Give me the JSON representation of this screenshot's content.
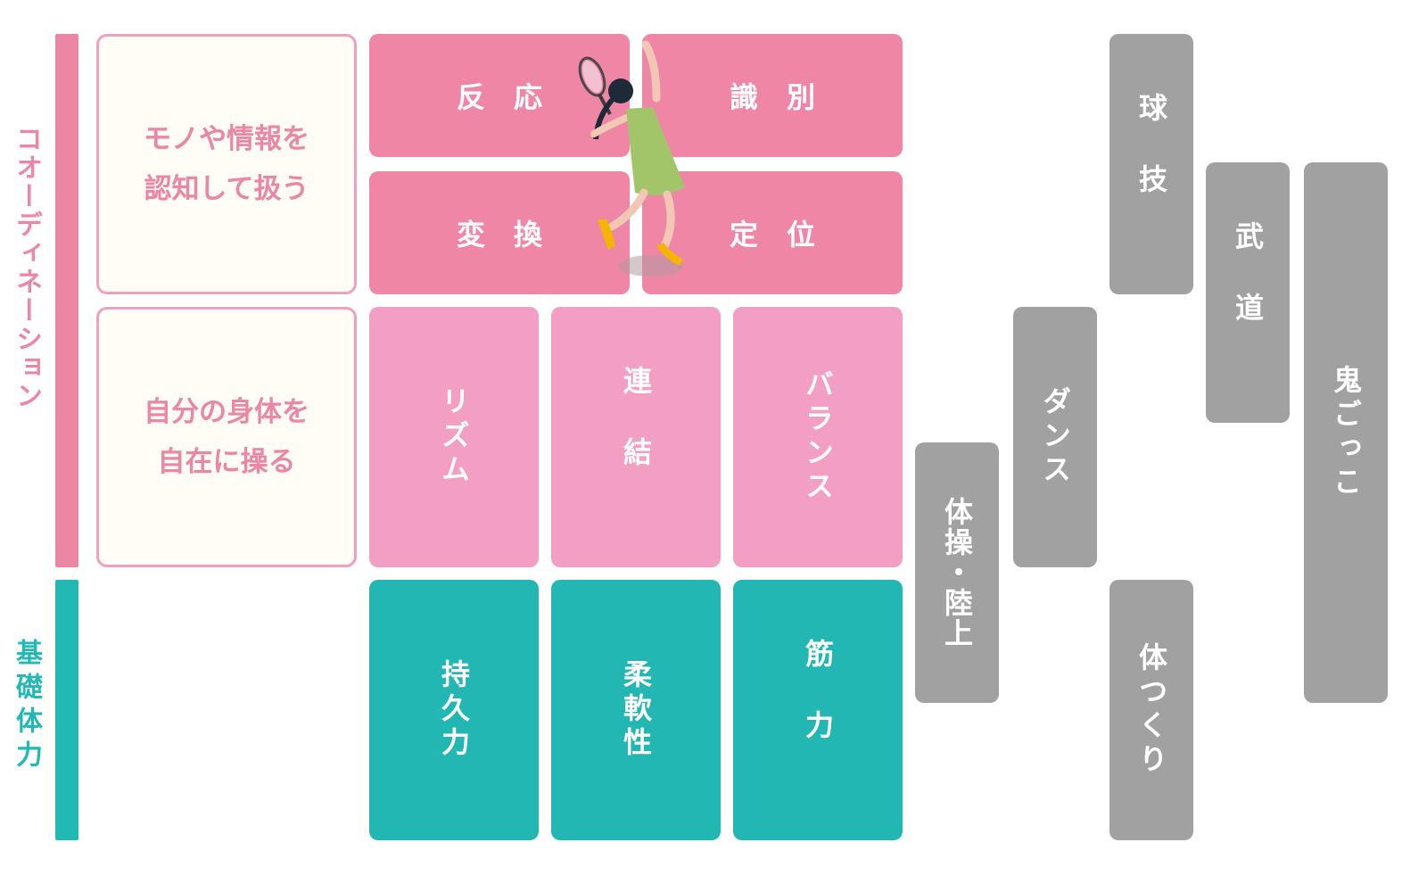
{
  "side_labels": {
    "coordination": "コオーディネーション",
    "basic_fitness": "基礎体力"
  },
  "categories": {
    "info": "モノや情報を\n認知して扱う",
    "body": "自分の身体を\n自在に操る"
  },
  "info_tiles": {
    "reaction": "反応",
    "identification": "識別",
    "conversion": "変換",
    "positioning": "定位"
  },
  "body_tiles": {
    "rhythm": "リズム",
    "linking": "連結",
    "balance": "バランス"
  },
  "fitness_tiles": {
    "endurance": "持久力",
    "flexibility": "柔軟性",
    "strength": "筋力"
  },
  "activities": {
    "gymnastics": "体操・陸上",
    "dance": "ダンス",
    "ball_games": "球技",
    "body_building": "体つくり",
    "martial_arts": "武道",
    "tag": "鬼ごっこ"
  },
  "colors": {
    "coordination": "#ec86a5",
    "body_tiles": "#f29fc3",
    "basic_fitness": "#22b8b4",
    "activities": "#a1a1a1"
  },
  "icons": {
    "figure": "tennis-player-illustration"
  }
}
